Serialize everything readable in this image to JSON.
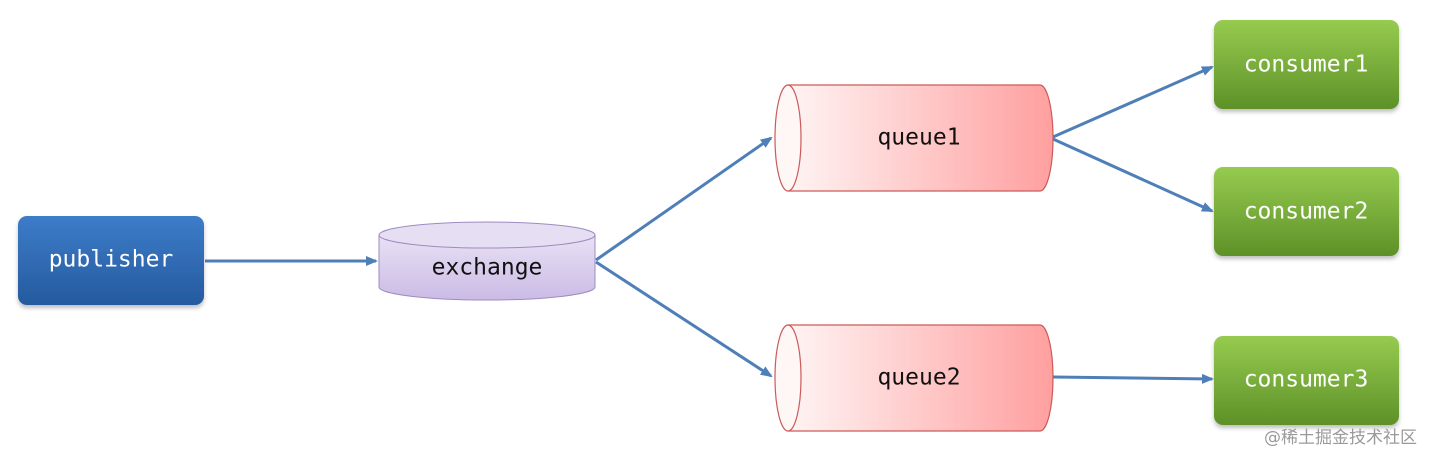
{
  "nodes": {
    "publisher": "publisher",
    "exchange": "exchange",
    "queue1": "queue1",
    "queue2": "queue2",
    "consumer1": "consumer1",
    "consumer2": "consumer2",
    "consumer3": "consumer3"
  },
  "watermark": "@稀土掘金技术社区",
  "colors": {
    "publisher": "#3468ad",
    "exchange": "#d6c9ea",
    "queue": "#ffb1b1",
    "consumer": "#7cb342",
    "arrow": "#4f7fb8"
  }
}
